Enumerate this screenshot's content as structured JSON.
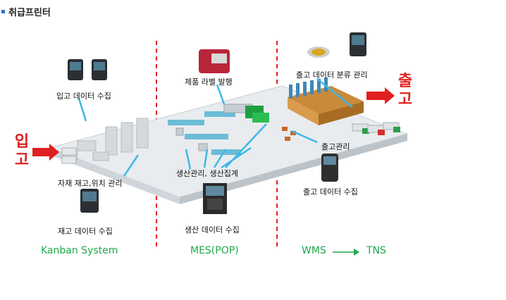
{
  "page_title": "취급프린터",
  "labels": {
    "inbound_collect": "입고 데이터 수집",
    "material_stock": "자재 재고,위치 관리",
    "stock_collect": "재고 데이터 수집",
    "label_issue": "제품 라벨 발행",
    "prod_manage": "생산관리, 생산집계",
    "prod_collect": "생산 데이터 수집",
    "outbound_sort": "출고 데이터 분류 관리",
    "outbound_manage": "출고관리",
    "outbound_collect": "출고 데이터 수집"
  },
  "side_labels": {
    "inbound_top": "입",
    "inbound_bottom": "고",
    "outbound_top": "출",
    "outbound_bottom": "고"
  },
  "sections": {
    "kanban": "Kanban System",
    "mes": "MES(POP)",
    "wms": "WMS",
    "tns": "TNS"
  },
  "colors": {
    "accent_red": "#e02020",
    "section_green": "#1fa84a",
    "pointer_blue": "#3fb7e8",
    "bullet_blue": "#2a74c8"
  }
}
